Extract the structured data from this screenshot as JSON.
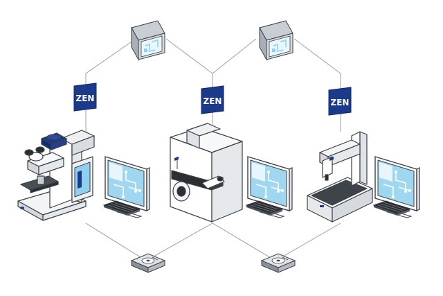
{
  "diagram": {
    "badges": [
      {
        "id": "zen-left",
        "text": "ZEN"
      },
      {
        "id": "zen-center",
        "text": "ZEN"
      },
      {
        "id": "zen-right",
        "text": "ZEN"
      }
    ],
    "icons": [
      "folder-icon",
      "disk-drive-icon",
      "light-microscope-icon",
      "electron-microscope-icon",
      "measuring-machine-icon",
      "monitor-icon",
      "keyboard-icon"
    ],
    "colors": {
      "badge": "#1b3a8c",
      "screen": "#8fd0ef",
      "line": "#9aa0a6",
      "outline": "#3a3f45",
      "dark": "#2b2e33"
    }
  }
}
